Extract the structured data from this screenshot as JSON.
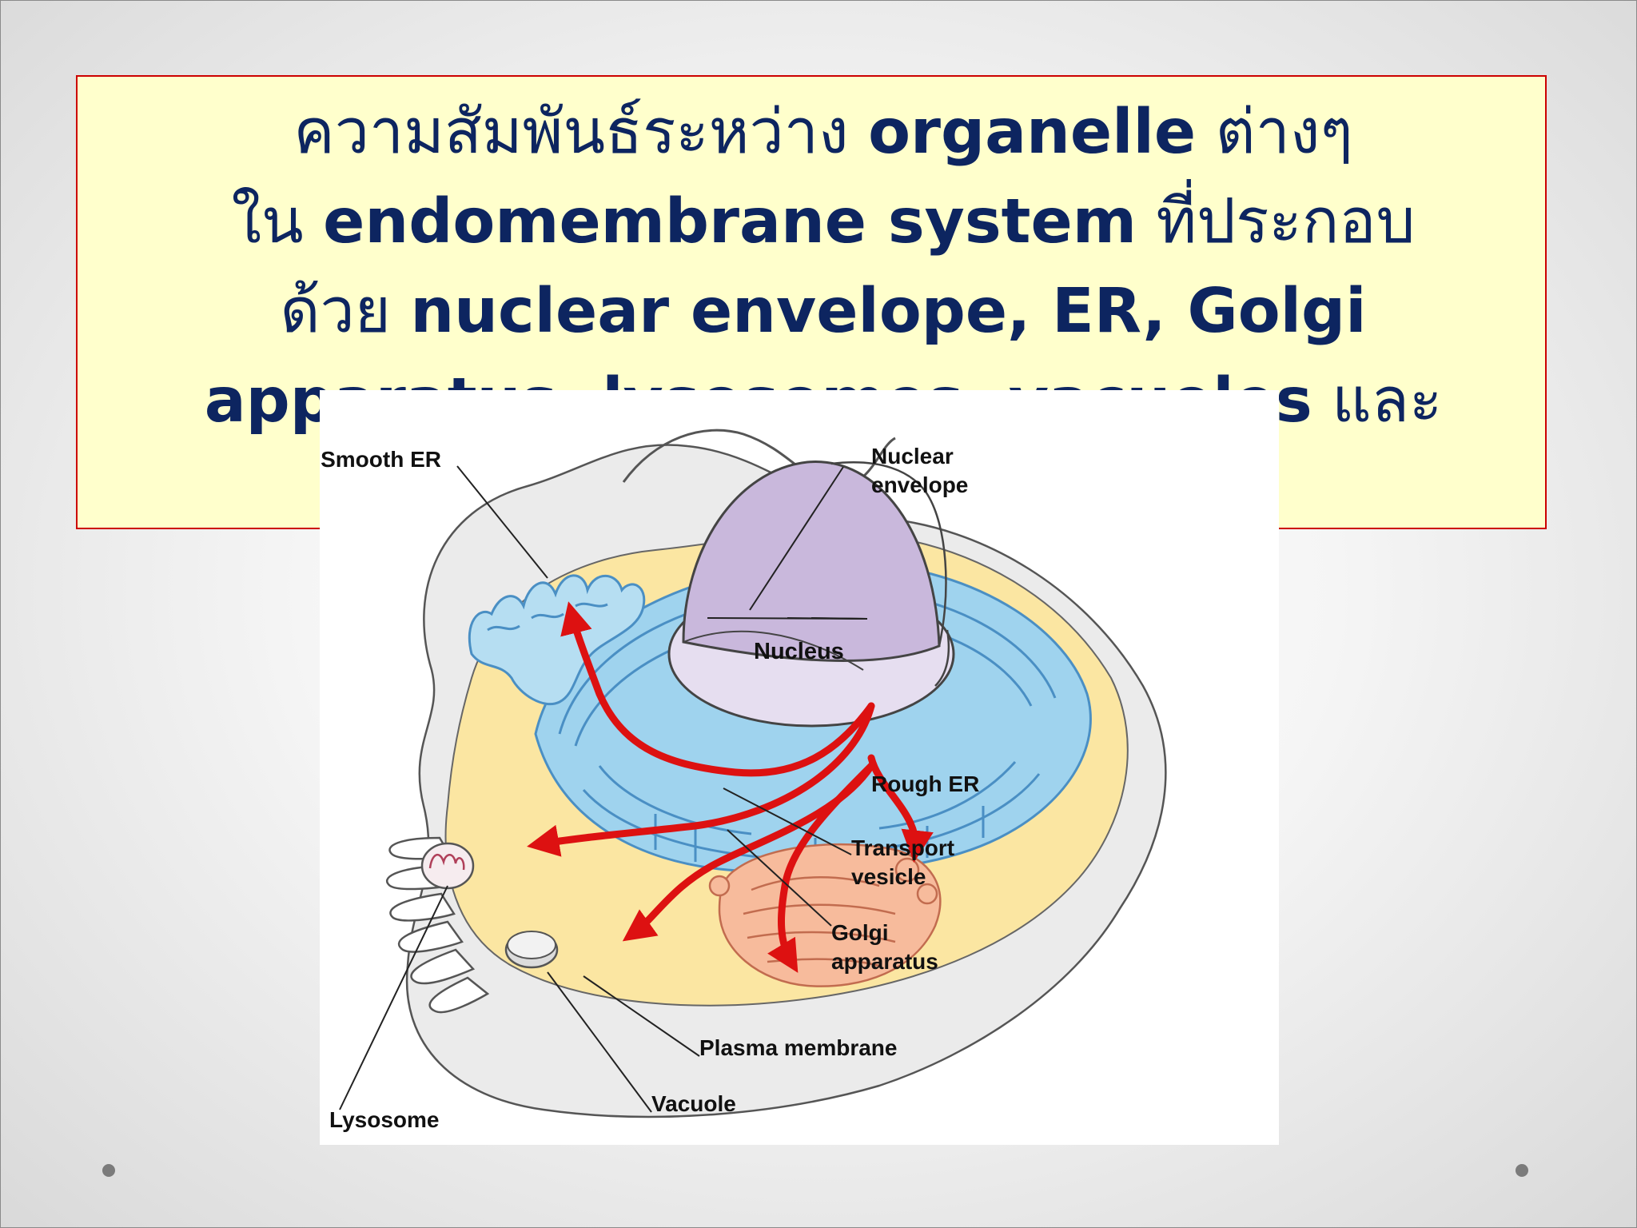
{
  "slide": {
    "title_lines": [
      {
        "parts": [
          {
            "text": "ความสัมพันธ์ระหว่าง ",
            "bold": false
          },
          {
            "text": "organelle",
            "bold": true
          },
          {
            "text": " ต่างๆ",
            "bold": false
          }
        ]
      },
      {
        "parts": [
          {
            "text": "ใน ",
            "bold": false
          },
          {
            "text": "endomembrane system",
            "bold": true
          },
          {
            "text": " ที่ประกอบ",
            "bold": false
          }
        ]
      },
      {
        "parts": [
          {
            "text": "ด้วย  ",
            "bold": false
          },
          {
            "text": "nuclear envelope, ER, Golgi",
            "bold": true
          }
        ]
      },
      {
        "parts": [
          {
            "text": "apparatus, lysosomes, vacuoles",
            "bold": true
          },
          {
            "text": " และ",
            "bold": false
          }
        ]
      }
    ],
    "title_color": "#0d2560",
    "title_box_color": "#ffffcc",
    "title_border_color": "#cc0000"
  },
  "diagram": {
    "labels": {
      "smooth_er": "Smooth ER",
      "nuclear_envelope": [
        "Nuclear",
        "envelope"
      ],
      "nucleus": "Nucleus",
      "rough_er": "Rough ER",
      "transport_vesicle": [
        "Transport",
        "vesicle"
      ],
      "golgi": [
        "Golgi",
        "apparatus"
      ],
      "plasma_membrane": "Plasma membrane",
      "vacuole": "Vacuole",
      "lysosome": "Lysosome"
    },
    "colors": {
      "cytoplasm": "#fbe6a2",
      "er": "#9fd3ee",
      "nucleus": "#c9b8dc",
      "golgi": "#f7bb9c",
      "arrows": "#dd1111",
      "membrane": "#e6e6e6"
    }
  }
}
